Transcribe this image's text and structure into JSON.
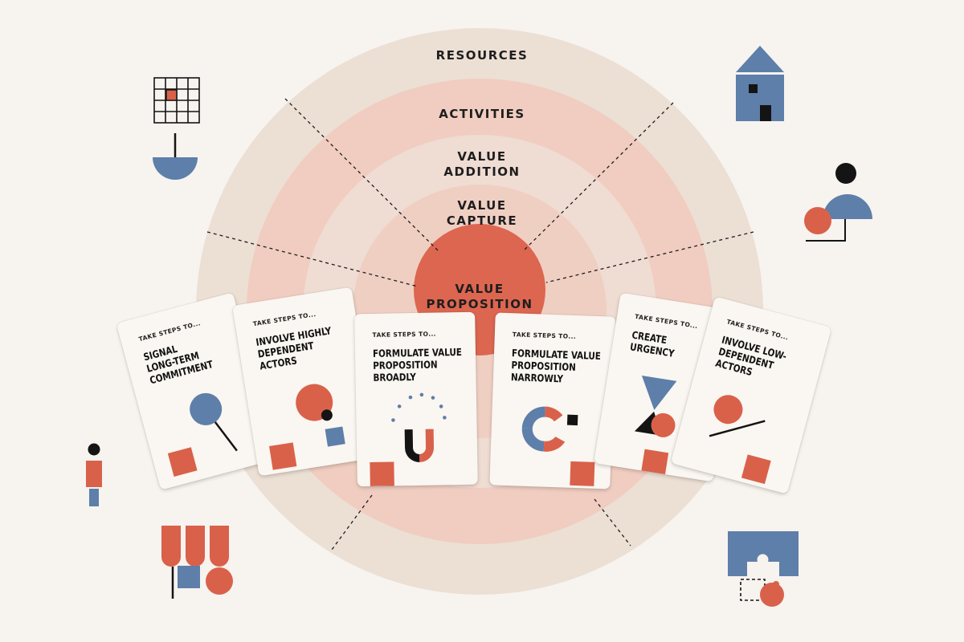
{
  "diagram": {
    "rings": [
      {
        "label": "RESOURCES"
      },
      {
        "label": "ACTIVITIES"
      },
      {
        "label_lines": [
          "VALUE",
          "ADDITION"
        ]
      },
      {
        "label_lines": [
          "VALUE",
          "CAPTURE"
        ]
      },
      {
        "label_lines": [
          "VALUE",
          "PROPOSITION"
        ]
      }
    ],
    "colors": {
      "background": "#f7f3ef",
      "ring_outer": "#ecdfd4",
      "ring_activities": "#f0cdc0",
      "ring_addition": "#efdcd2",
      "ring_capture": "#f0cfc3",
      "core": "#dc6650",
      "red": "#d9614a",
      "blue": "#5d7fa9",
      "black": "#141414"
    }
  },
  "cards": [
    {
      "kicker": "TAKE STEPS TO...",
      "title": "SIGNAL LONG-TERM COMMITMENT",
      "icon": "lollipop-icon"
    },
    {
      "kicker": "TAKE STEPS TO...",
      "title": "INVOLVE HIGHLY DEPENDENT ACTORS",
      "icon": "circle-square-icon"
    },
    {
      "kicker": "TAKE STEPS TO...",
      "title": "FORMULATE VALUE PROPOSITION BROADLY",
      "icon": "magnet-icon"
    },
    {
      "kicker": "TAKE STEPS TO...",
      "title": "FORMULATE VALUE PROPOSITION NARROWLY",
      "icon": "ring-gap-icon"
    },
    {
      "kicker": "TAKE STEPS TO...",
      "title": "CREATE URGENCY",
      "icon": "hourglass-icon"
    },
    {
      "kicker": "TAKE STEPS TO...",
      "title": "INVOLVE LOW-DEPENDENT ACTORS",
      "icon": "percent-icon"
    }
  ],
  "side_icons": [
    "grid-umbrella-icon",
    "house-icon",
    "people-icon",
    "person-icon",
    "shop-awning-icon",
    "puzzle-icon"
  ]
}
